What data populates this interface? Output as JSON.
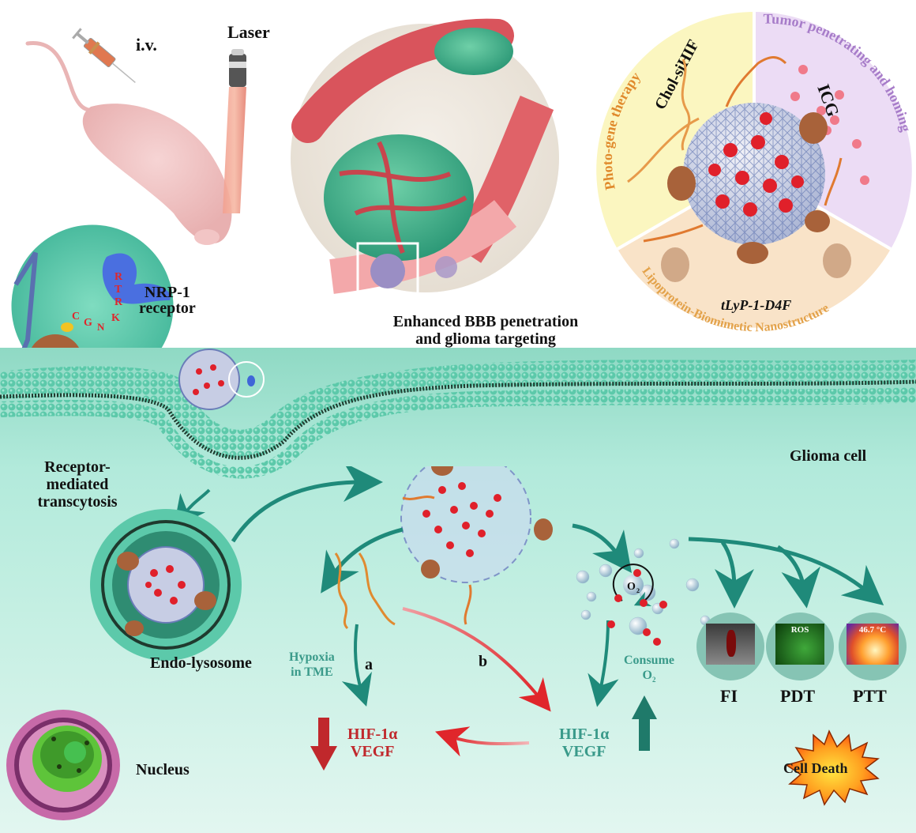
{
  "figure": {
    "top_panel": {
      "injection_label": "i.v.",
      "laser_label": "Laser",
      "bbb_caption_line1": "Enhanced BBB penetration",
      "bbb_caption_line2": "and glioma targeting",
      "receptor_zoom": {
        "peptide_letters": [
          "C",
          "G",
          "N",
          "K",
          "R",
          "T",
          "R"
        ],
        "label_line1": "NRP-1",
        "label_line2": "receptor"
      }
    },
    "nanostructure_circle": {
      "segments": [
        {
          "title": "Photo-gene therapy",
          "component": "Chol-siHIF",
          "color": "#fbf6c0",
          "title_color": "#e08a2c"
        },
        {
          "title": "Tumor penetrating and homing",
          "component": "ICG",
          "color": "#ecdcf5",
          "title_color": "#a77cc9"
        },
        {
          "title": "Lipoprotein-Biomimetic Nanostructure",
          "component": "tLyP-1-D4F",
          "color": "#f9e3c8",
          "title_color": "#e3a24a"
        }
      ]
    },
    "cell_panel": {
      "transcytosis_label": [
        "Receptor-",
        "mediated",
        "transcytosis"
      ],
      "glioma_label": "Glioma cell",
      "endolysosome_label": "Endo-lysosome",
      "nucleus_label": "Nucleus",
      "o2_label": "O",
      "o2_sub": "2",
      "pathway_a": {
        "letter": "a",
        "condition_line1": "Hypoxia",
        "condition_line2": "in TME",
        "result_line1": "HIF-1α",
        "result_line2": "VEGF",
        "direction": "down",
        "color": "#c0282c"
      },
      "pathway_b": {
        "letter": "b"
      },
      "consume": {
        "line1": "Consume",
        "line2": "O",
        "sub": "2",
        "result_line1": "HIF-1α",
        "result_line2": "VEGF",
        "direction": "up",
        "color": "#3a9a8a"
      },
      "outcomes": [
        {
          "label": "FI",
          "inset_text": ""
        },
        {
          "label": "PDT",
          "inset_text": "ROS"
        },
        {
          "label": "PTT",
          "inset_text": "46.7 °C"
        }
      ],
      "cell_death_label": "Cell Death"
    },
    "colors": {
      "teal_arrow": "#1f8a7a",
      "red_arrow": "#e0262b",
      "membrane": "#5cc9aa",
      "cell_bg": "#b6ecdd"
    }
  }
}
